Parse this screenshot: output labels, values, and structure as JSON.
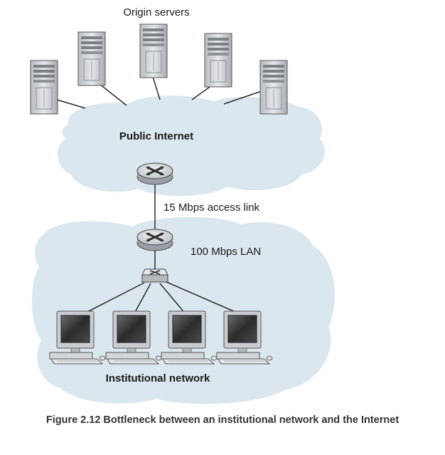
{
  "labels": {
    "origin_servers": "Origin servers",
    "public_internet": "Public Internet",
    "access_link": "15 Mbps access link",
    "lan": "100 Mbps LAN",
    "institutional_network": "Institutional network"
  },
  "caption": "Figure 2.12 Bottleneck between an institutional network and the Internet",
  "colors": {
    "cloud_fill": "#dbe7ef",
    "router_fill": "#cfd4d8",
    "line": "#2b2b2b",
    "screen": "#3a3a3a"
  },
  "icons": {
    "server": "server-tower-icon",
    "router": "router-icon",
    "switch": "switch-icon",
    "computer": "desktop-computer-icon"
  }
}
